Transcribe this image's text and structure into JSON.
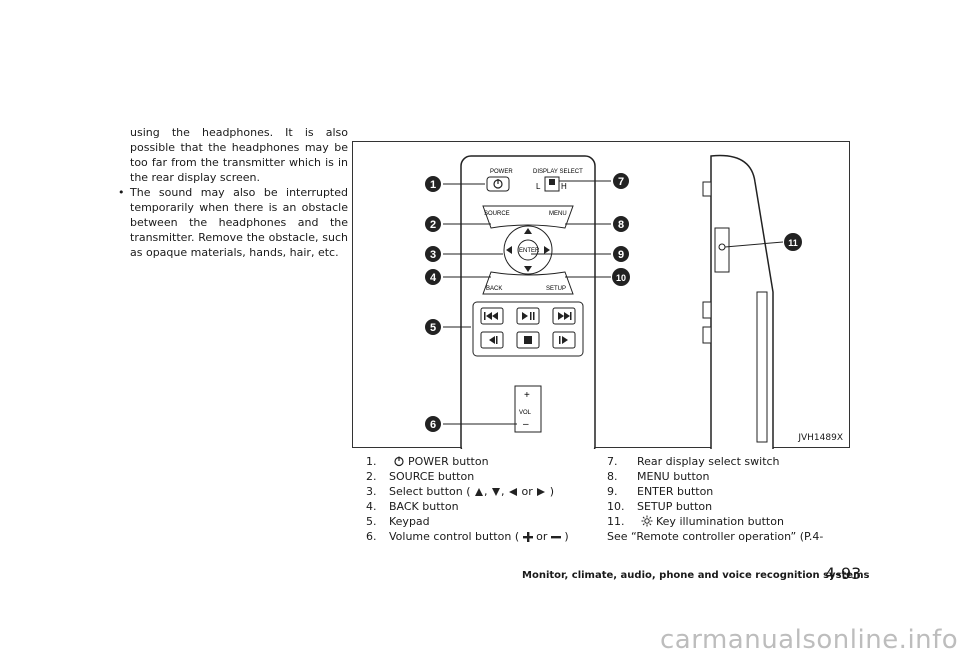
{
  "body_text": {
    "para1": "using the headphones. It is also possible that the headphones may be too far from the transmitter which is in the rear display screen.",
    "bullet_marker": "•",
    "bullet1": "The sound may also be interrupted temporarily when there is an obstacle between the headphones and the transmitter. Remove the obstacle, such as opaque materials, hands, hair, etc."
  },
  "figure": {
    "id": "JVH1489X",
    "remote_labels": {
      "power": "POWER",
      "display_select": "DISPLAY SELECT",
      "display_l": "L",
      "display_h": "H",
      "source": "SOURCE",
      "menu": "MENU",
      "enter": "ENTER",
      "back": "BACK",
      "setup": "SETUP",
      "vol": "VOL",
      "vol_plus": "+",
      "vol_minus": "–"
    },
    "callouts": [
      "1",
      "2",
      "3",
      "4",
      "5",
      "6",
      "7",
      "8",
      "9",
      "10",
      "11"
    ]
  },
  "legend": {
    "left": [
      {
        "num": "1.",
        "text": "POWER button"
      },
      {
        "num": "2.",
        "text": "SOURCE button"
      },
      {
        "num": "3.",
        "text_prefix": "Select button (",
        "sep1": ",",
        "sep2": ",",
        "or": "or",
        "suffix": ")"
      },
      {
        "num": "4.",
        "text": "BACK button"
      },
      {
        "num": "5.",
        "text": "Keypad"
      },
      {
        "num": "6.",
        "text_prefix": "Volume control button (",
        "or": "or",
        "suffix": ")"
      }
    ],
    "right": [
      {
        "num": "7.",
        "text": "Rear display select switch"
      },
      {
        "num": "8.",
        "text": "MENU button"
      },
      {
        "num": "9.",
        "text": "ENTER button"
      },
      {
        "num": "10.",
        "text": "SETUP button"
      },
      {
        "num": "11.",
        "text": "Key illumination button"
      }
    ],
    "see_text": "See “Remote controller operation” (P.4-"
  },
  "footer": {
    "section_title": "Monitor, climate, audio, phone and voice recognition systems",
    "page_number": "4-93"
  },
  "watermark": "carmanualsonline.info"
}
